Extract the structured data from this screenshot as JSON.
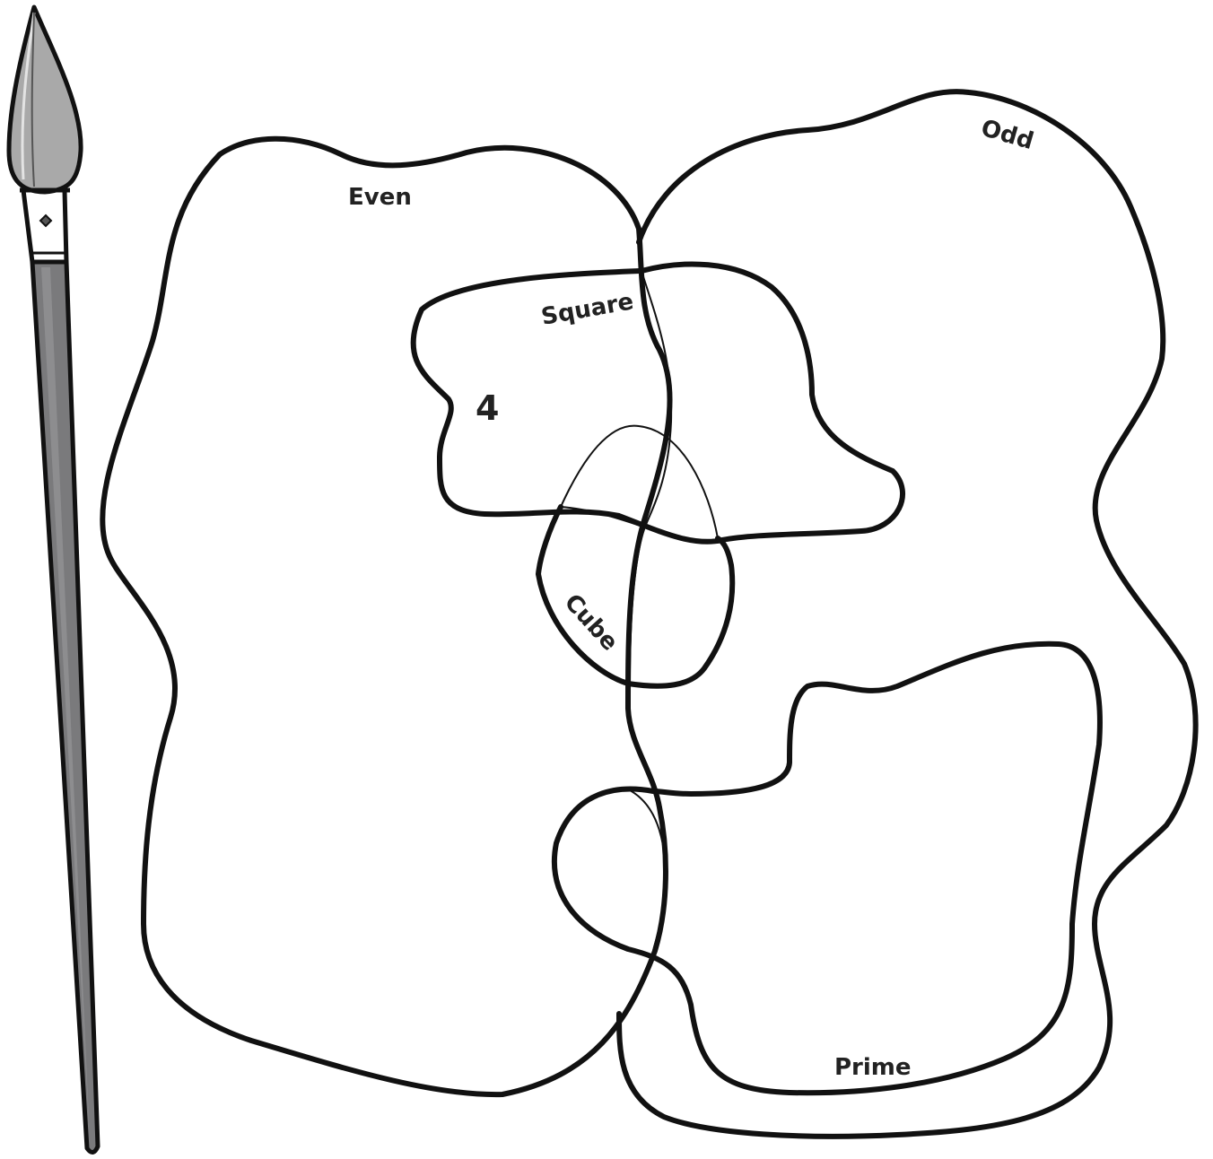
{
  "diagram": {
    "sets": {
      "even": "Even",
      "odd": "Odd",
      "square": "Square",
      "cube": "Cube",
      "prime": "Prime"
    },
    "values": [
      "4"
    ]
  },
  "colors": {
    "outline": "#111111",
    "text": "#222222",
    "brush_tip": "#a9a9a9",
    "brush_handle": "#7a7a7c",
    "background": "#ffffff"
  },
  "icons": [
    "paintbrush-icon"
  ]
}
